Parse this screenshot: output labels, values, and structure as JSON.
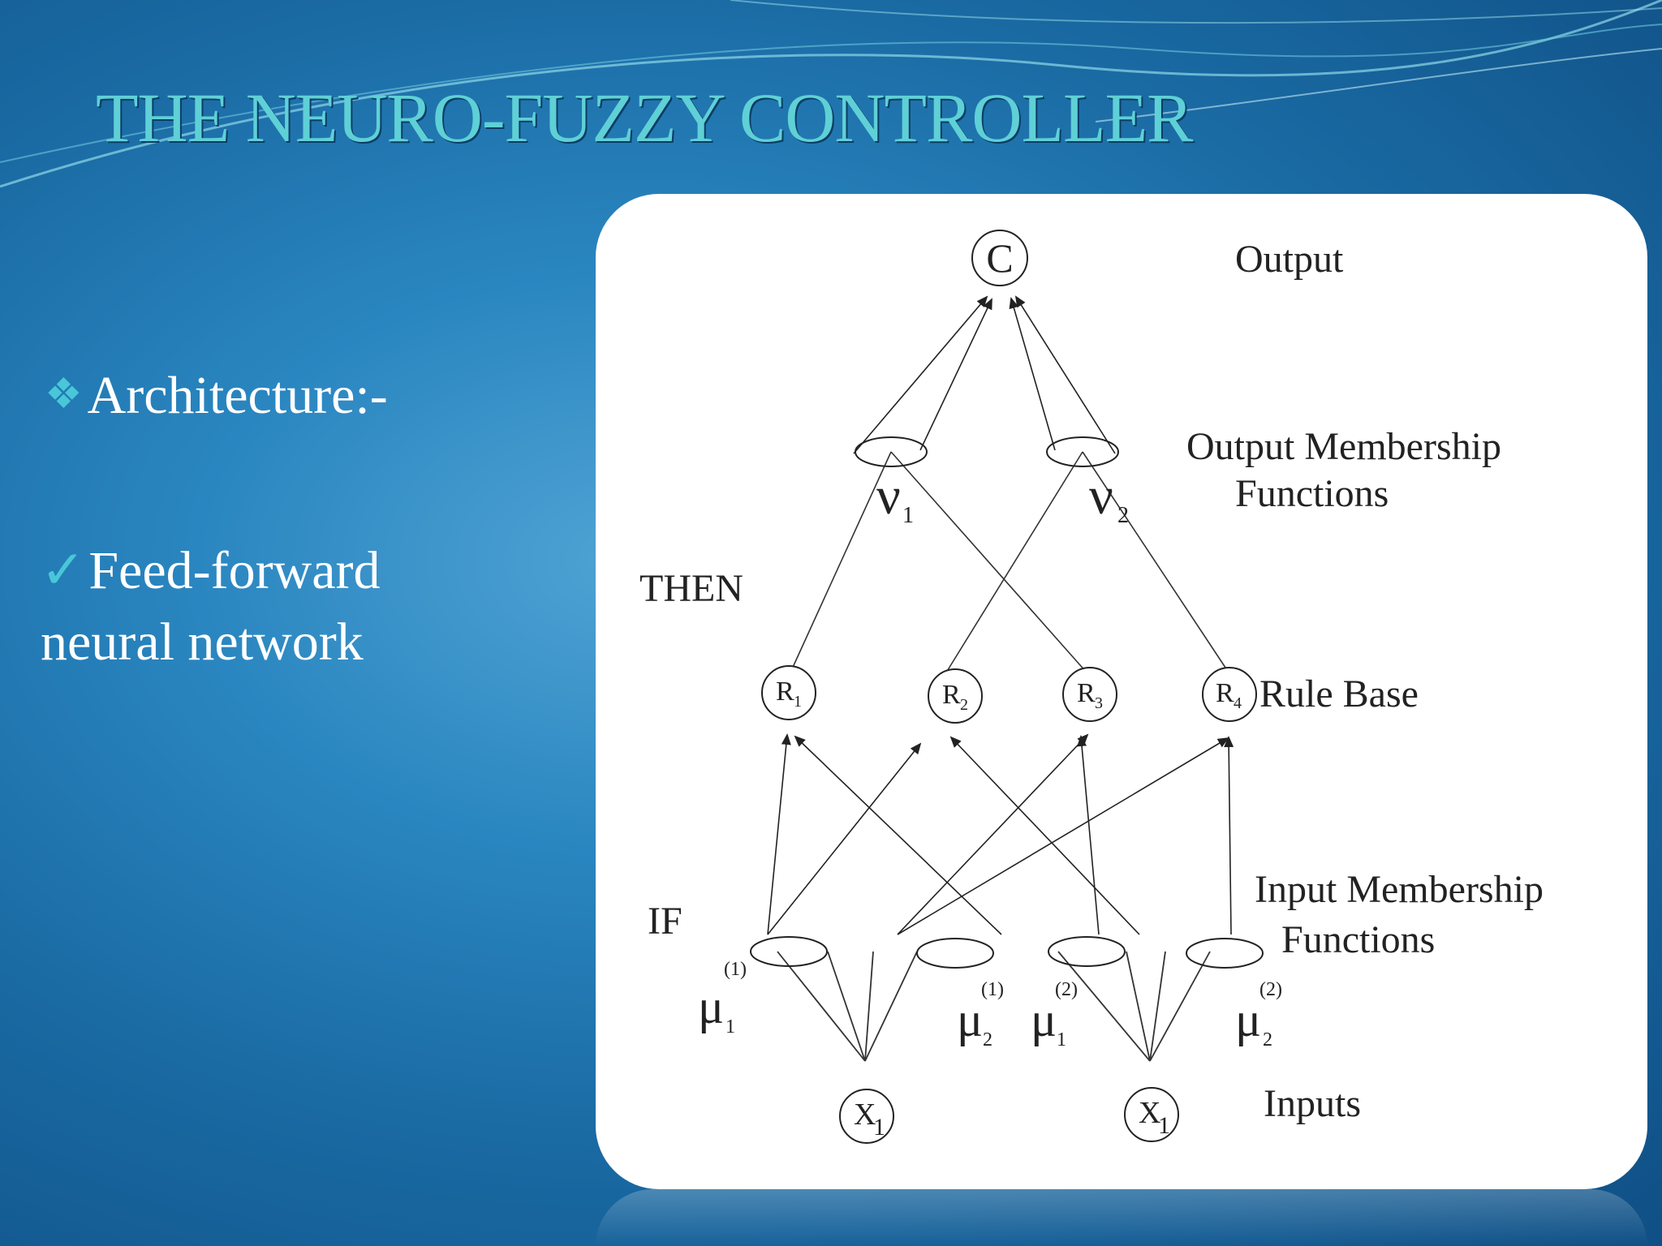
{
  "slide": {
    "title": "THE NEURO-FUZZY CONTROLLER",
    "bullets": {
      "main_icon": "diamond-bullet-icon",
      "main": "Architecture:-",
      "sub_icon": "checkmark-icon",
      "sub_line1": "Feed-forward",
      "sub_line2": "neural network"
    }
  },
  "diagram": {
    "labels": {
      "output": "Output",
      "output_mf_1": "Output Membership",
      "output_mf_2": "Functions",
      "then": "THEN",
      "rule_base": "Rule Base",
      "if": "IF",
      "input_mf_1": "Input Membership",
      "input_mf_2": "Functions",
      "inputs": "Inputs"
    },
    "output_node": "C",
    "output_mfs": [
      {
        "sym": "ν",
        "sub": "1"
      },
      {
        "sym": "ν",
        "sub": "2"
      }
    ],
    "rules": [
      {
        "sym": "R",
        "sub": "1"
      },
      {
        "sym": "R",
        "sub": "2"
      },
      {
        "sym": "R",
        "sub": "3"
      },
      {
        "sym": "R",
        "sub": "4"
      }
    ],
    "input_mfs": [
      {
        "sym": "μ",
        "sub": "1",
        "sup": "(1)"
      },
      {
        "sym": "μ",
        "sub": "2",
        "sup": "(1)"
      },
      {
        "sym": "μ",
        "sub": "1",
        "sup": "(2)"
      },
      {
        "sym": "μ",
        "sub": "2",
        "sup": "(2)"
      }
    ],
    "inputs": [
      {
        "sym": "X",
        "sub": "1"
      },
      {
        "sym": "X",
        "sub": "1"
      }
    ]
  },
  "colors": {
    "title": "#5fd0d6",
    "bullet_icon": "#48c7d8",
    "text": "#ffffff"
  }
}
